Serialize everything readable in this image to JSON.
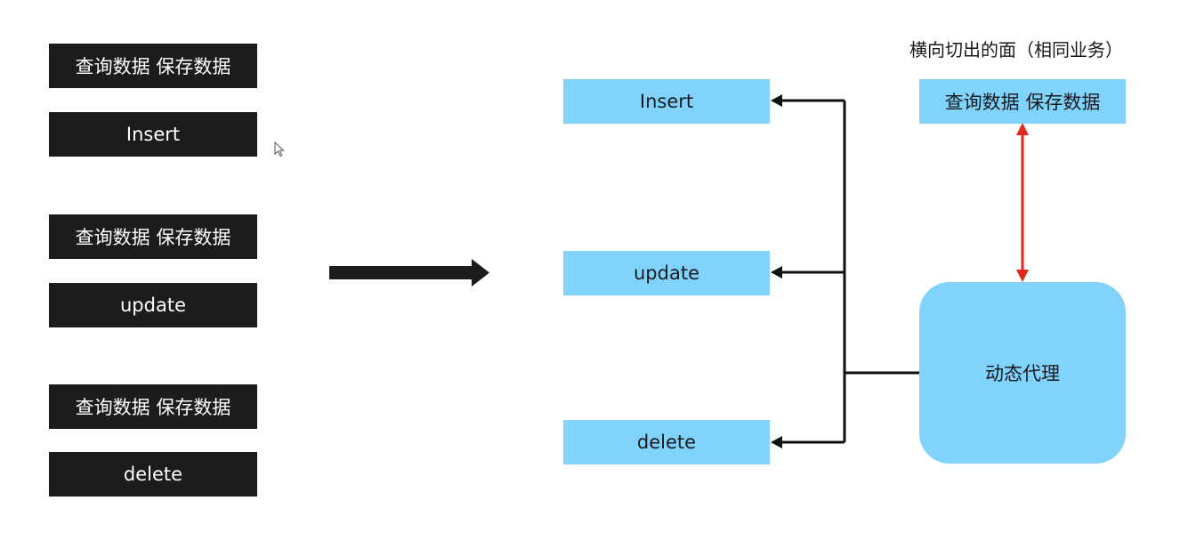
{
  "left_column": [
    {
      "label": "查询数据 保存数据"
    },
    {
      "label": "Insert"
    },
    {
      "label": "查询数据 保存数据"
    },
    {
      "label": "update"
    },
    {
      "label": "查询数据 保存数据"
    },
    {
      "label": "delete"
    }
  ],
  "middle_column": [
    {
      "label": "Insert"
    },
    {
      "label": "update"
    },
    {
      "label": "delete"
    }
  ],
  "right": {
    "caption": "横向切出的面（相同业务）",
    "aspect_label": "查询数据 保存数据",
    "proxy_label": "动态代理"
  },
  "colors": {
    "dark_box": "#1c1c1c",
    "blue_box": "#7fd3fd",
    "connector": "#111111",
    "red_arrow": "#e0281c"
  }
}
